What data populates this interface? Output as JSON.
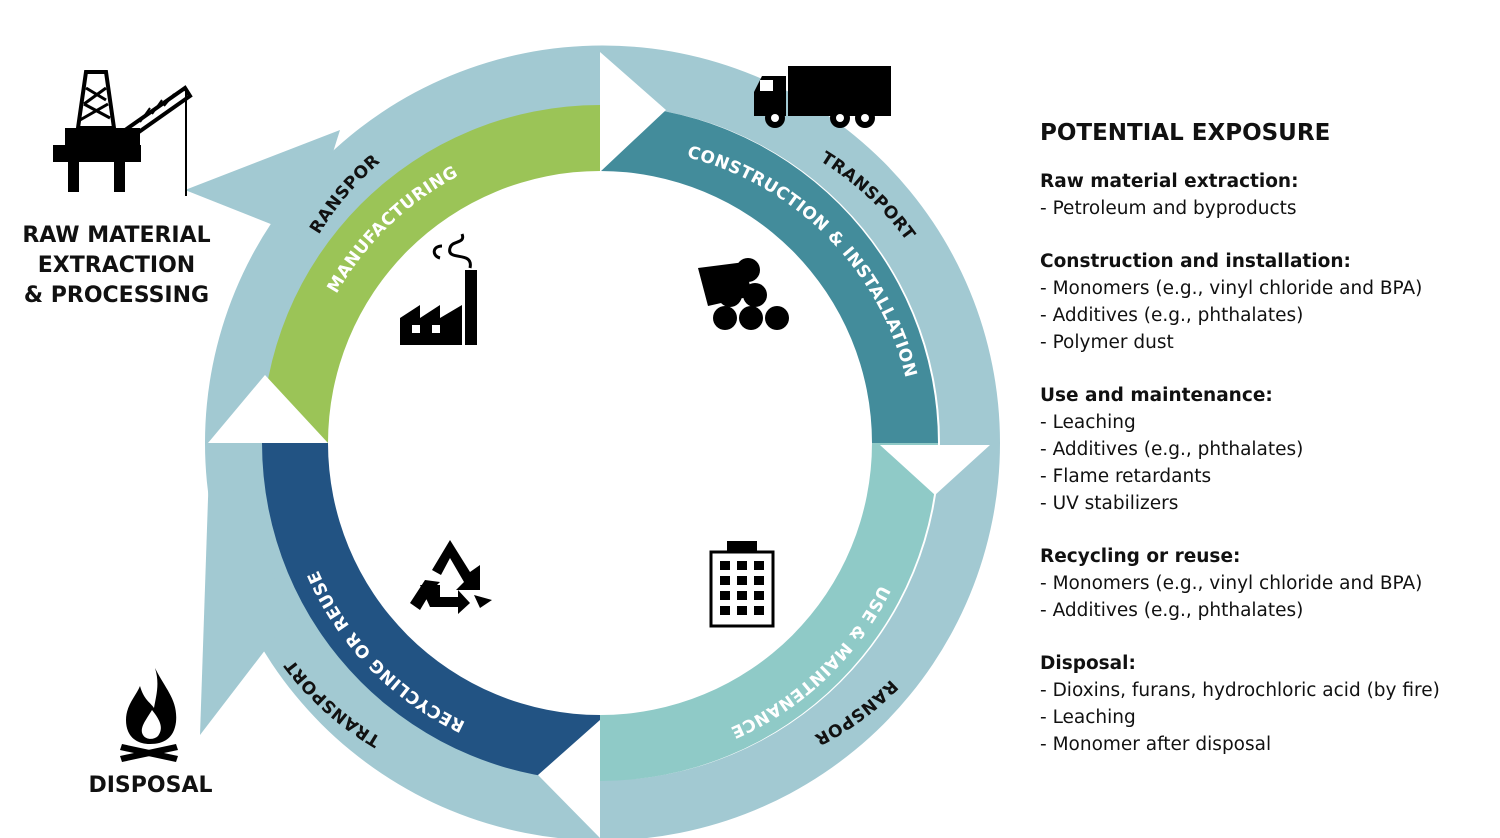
{
  "stages": {
    "extraction": [
      "RAW MATERIAL",
      "EXTRACTION",
      "& PROCESSING"
    ],
    "disposal": "DISPOSAL"
  },
  "ring": {
    "manufacturing": "MANUFACTURING",
    "construction": "CONSTRUCTION & INSTALLATION",
    "use": "USE & MAINTENANCE",
    "recycling": "RECYCLING OR REUSE",
    "transport": "TRANSPORT"
  },
  "icons": [
    "oil-rig-icon",
    "truck-icon",
    "factory-icon",
    "pipes-icon",
    "recycle-icon",
    "building-icon",
    "fire-icon"
  ],
  "colors": {
    "outer_ring": "#a2c9d2",
    "manufacturing": "#9bc457",
    "construction": "#438c9b",
    "use": "#8fcac7",
    "recycling": "#225383"
  },
  "exposure": {
    "title": "POTENTIAL EXPOSURE",
    "groups": [
      {
        "heading": "Raw material extraction:",
        "items": [
          "Petroleum and byproducts"
        ]
      },
      {
        "heading": "Construction and installation:",
        "items": [
          "Monomers (e.g., vinyl chloride and BPA)",
          "Additives (e.g., phthalates)",
          "Polymer dust"
        ]
      },
      {
        "heading": "Use and maintenance:",
        "items": [
          "Leaching",
          "Additives (e.g., phthalates)",
          "Flame retardants",
          "UV stabilizers"
        ]
      },
      {
        "heading": "Recycling or reuse:",
        "items": [
          "Monomers (e.g., vinyl chloride and BPA)",
          "Additives (e.g., phthalates)"
        ]
      },
      {
        "heading": "Disposal:",
        "items": [
          "Dioxins, furans, hydrochloric acid (by fire)",
          "Leaching",
          "Monomer after disposal"
        ]
      }
    ]
  }
}
